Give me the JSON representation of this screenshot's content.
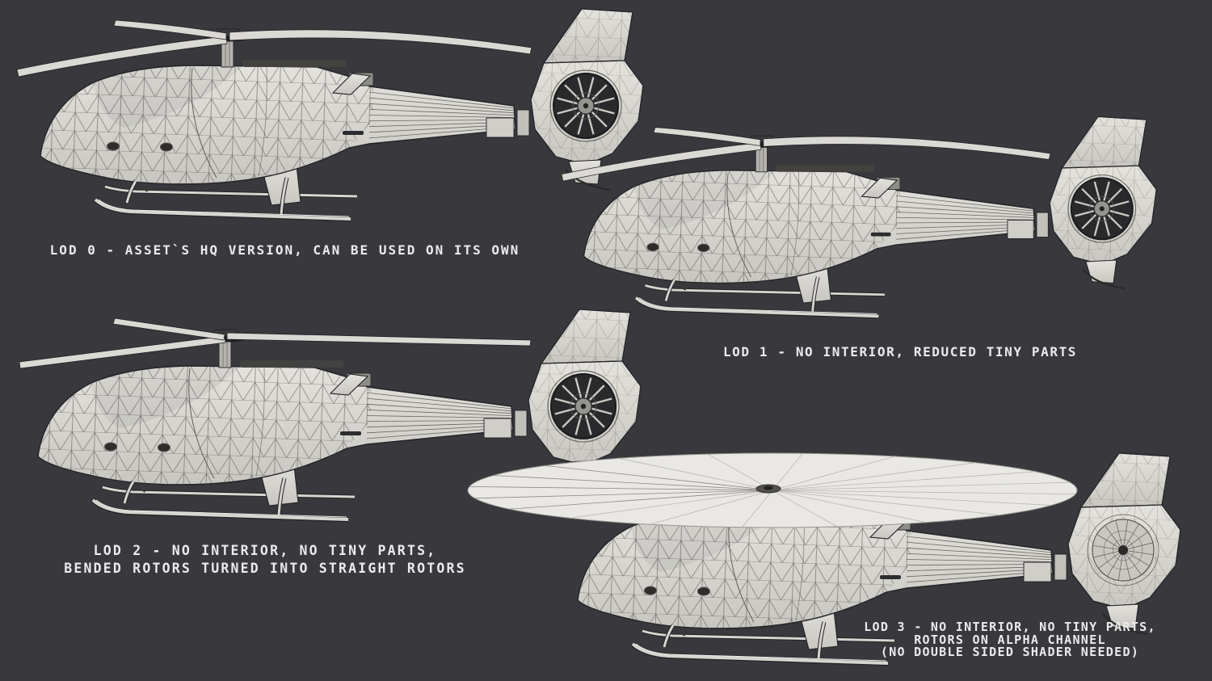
{
  "scene_title": "Helicopter wireframe LOD showcase",
  "colors": {
    "background": "#39383c",
    "body_light": "#e4e2dd",
    "body_dark": "#c8c6c0",
    "blade": "#dbd9d4",
    "wire": "#55534e",
    "outline": "#232226",
    "duct_dark": "#2a292b",
    "spoke": "#ccc9c4",
    "disc": "#e9e8e5",
    "disc_line": "#b9b7b2",
    "metal": "#d7d5cf",
    "text": "#ebeaec"
  },
  "figures": [
    {
      "id": "lod-0",
      "rotor_style": "bended",
      "caption_lines": [
        "LOD 0 - ASSET`S HQ VERSION, CAN BE USED ON ITS OWN"
      ]
    },
    {
      "id": "lod-1",
      "rotor_style": "bended",
      "caption_lines": [
        "LOD 1 - NO INTERIOR, REDUCED TINY PARTS"
      ]
    },
    {
      "id": "lod-2",
      "rotor_style": "straight",
      "caption_lines": [
        "LOD 2 - NO INTERIOR, NO TINY PARTS,",
        "BENDED ROTORS TURNED INTO STRAIGHT ROTORS"
      ]
    },
    {
      "id": "lod-3",
      "rotor_style": "alpha-disc",
      "caption_lines": [
        "LOD 3 - NO INTERIOR, NO TINY PARTS,",
        "ROTORS ON ALPHA CHANNEL",
        "(NO DOUBLE SIDED SHADER NEEDED)"
      ]
    }
  ]
}
